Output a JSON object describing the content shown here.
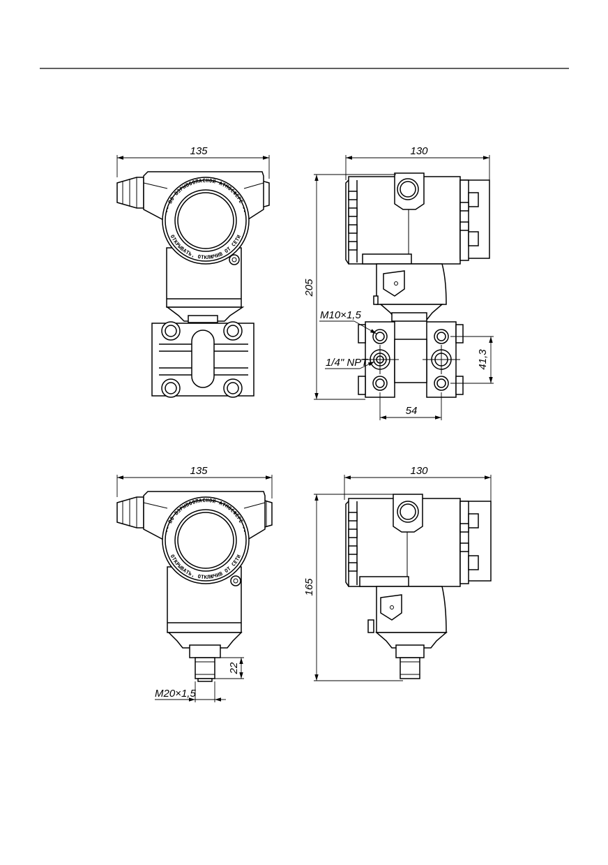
{
  "dimensions": {
    "top_left_width": "135",
    "top_right_width": "130",
    "top_right_height": "205",
    "thread_m10": "M10×1,5",
    "thread_npt": "1/4\" NPT",
    "flange_spacing": "54",
    "port_spacing": "41,3",
    "bottom_left_width": "135",
    "bottom_right_width": "130",
    "bottom_right_height": "165",
    "fitting_length": "22",
    "thread_m20": "M20×1,5"
  },
  "cover_inscription": {
    "outer": "-- ВО ВЗРЫВООПАСНОЙ АТМОСФЕРЕ --",
    "inner": "ОТКРЫВАТЬ, ОТКЛЮЧИВ ОТ СЕТИ"
  },
  "colors": {
    "line": "#000000",
    "background": "#ffffff"
  }
}
